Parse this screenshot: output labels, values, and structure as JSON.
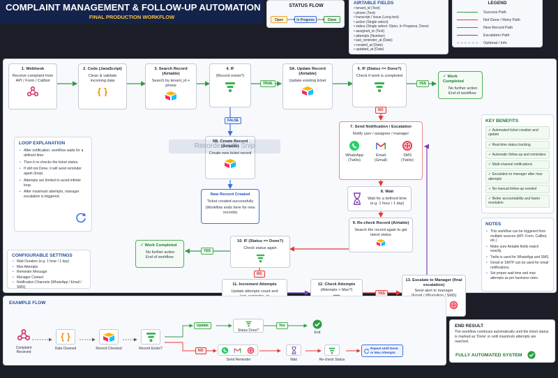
{
  "header": {
    "title": "COMPLAINT MANAGEMENT & FOLLOW-UP AUTOMATION",
    "subtitle": "FINAL PRODUCTION WORKFLOW"
  },
  "status_flow": {
    "title": "STATUS FLOW",
    "states": [
      "Open",
      "In Progress",
      "Done"
    ]
  },
  "airtable_fields": {
    "title": "AIRTABLE FIELDS",
    "items": [
      "tenant_id (Text)",
      "phone (Text)",
      "transcript / issue (Long text)",
      "action (Single select)",
      "status (Single select: Open, In Progress, Done)",
      "assigned_to (Text)",
      "attempts (Number)",
      "last_reminder_at (Date)",
      "created_at (Date)",
      "updated_at (Date)"
    ]
  },
  "legend": {
    "title": "LEGEND",
    "items": [
      {
        "label": "Success Path",
        "color": "#2e9d44"
      },
      {
        "label": "Not Done / Retry Path",
        "color": "#e53935"
      },
      {
        "label": "New Record Path",
        "color": "#3d6fe0"
      },
      {
        "label": "Escalation Path",
        "color": "#7b3fb5"
      },
      {
        "label": "Optional / Info",
        "color": "#9aa3ad"
      }
    ]
  },
  "nodes": {
    "webhook": {
      "title": "1. Webhook",
      "desc": "Receive complaint from API / Form / Callbot"
    },
    "code": {
      "title": "2. Code (JavaScript)",
      "desc": "Clean & validate incoming data"
    },
    "search": {
      "title": "3. Search Record (Airtable)",
      "desc": "Search by tenant_id + phone"
    },
    "if_exists": {
      "title": "4. IF",
      "desc": "(Record exists?)"
    },
    "update": {
      "title": "5A. Update Record (Airtable)",
      "desc": "Update existing ticket"
    },
    "if_done": {
      "title": "6. IF (Status == Done?)",
      "desc": "Check if work is completed"
    },
    "work_completed_1": {
      "title": "Work Completed",
      "line1": "No further action",
      "line2": "End of workflow"
    },
    "create": {
      "title": "5B. Create Record (Airtable)",
      "desc": "Create new ticket record"
    },
    "new_record": {
      "title": "New Record Created",
      "desc": "Ticket created successfully",
      "note": "(Workflow ends here for new records)"
    },
    "notify": {
      "title": "7. Send Notification / Escalation",
      "desc": "Notify user / assignee / manager",
      "channels": [
        {
          "name": "WhatsApp",
          "sub": "(Twilio)"
        },
        {
          "name": "Email",
          "sub": "(Gmail)"
        },
        {
          "name": "SMS",
          "sub": "(Twilio)"
        }
      ]
    },
    "wait": {
      "title": "8. Wait",
      "desc": "Wait for a defined time",
      "note": "(e.g. 1 hour / 1 day)"
    },
    "recheck": {
      "title": "9. Re-check Record (Airtable)",
      "desc": "Search the record again to get latest status"
    },
    "if_done_2": {
      "title": "10. IF (Status == Done?)",
      "desc": "Check status again"
    },
    "work_completed_2": {
      "title": "Work Completed",
      "line1": "No further action",
      "line2": "End of workflow"
    },
    "increment": {
      "title": "11. Increment Attempts",
      "desc": "Update attempts count and last_reminder_at"
    },
    "check_attempts": {
      "title": "12. Check Attempts",
      "desc": "(Attempts > Max?)"
    },
    "escalate": {
      "title": "13. Escalate to Manager (final escalation)",
      "desc": "Send alert to manager",
      "note": "(Email / WhatsApp / SMS)"
    }
  },
  "edge_labels": {
    "true": "TRUE",
    "false": "FALSE",
    "yes_1": "YES",
    "no_1": "NO",
    "yes_2": "YES",
    "no_2": "NO",
    "yes_3": "YES"
  },
  "watermark": "Recorded with Snip",
  "loop_explanation": {
    "title": "LOOP EXPLANATION",
    "items": [
      "After notification, workflow waits for a defined time.",
      "Then it re-checks the ticket status.",
      "If still not Done, it will send reminder again (loop).",
      "Attempts are limited to avoid infinite loop.",
      "After maximum attempts, manager escalation is triggered."
    ]
  },
  "configurable": {
    "title": "CONFIGURABLE SETTINGS",
    "items": [
      "Wait Duration (e.g. 1 hour / 1 day)",
      "Max Attempts",
      "Reminder Message",
      "Manager Contact",
      "Notification Channels (WhatsApp / Email / SMS)"
    ]
  },
  "key_benefits": {
    "title": "KEY BENEFITS",
    "items": [
      "Automated ticket creation and update",
      "Real-time status tracking",
      "Automatic follow-up and reminders",
      "Multi-channel notifications",
      "Escalation to manager after max attempts",
      "No manual follow-up needed",
      "Better accountability and faster resolution"
    ]
  },
  "notes": {
    "title": "NOTES",
    "items": [
      "This workflow can be triggered from multiple sources (API, Form, Callbot, etc.)",
      "Make sure Airtable fields match exactly.",
      "Twilio is used for WhatsApp and SMS.",
      "Gmail or SMTP can be used for email notifications.",
      "Set proper wait time and max attempts as per business rules."
    ]
  },
  "example_flow": {
    "title": "EXAMPLE FLOW",
    "steps": {
      "received": "Complaint Received",
      "cleaned": "Data Cleaned",
      "checked": "Record Checked",
      "exists": "Record Exists?",
      "update": "Update",
      "status_done": "Status Done?",
      "yes": "Yes",
      "end": "End",
      "no": "NO",
      "send_reminder": "Send Reminder",
      "wait": "Wait",
      "recheck": "Re-check Status",
      "repeat": "Repeat Until Done or Max Attempts"
    }
  },
  "end_result": {
    "title": "END RESULT",
    "desc": "The workflow continues automatically until the ticket status is marked as 'Done' or until maximum attempts are reached.",
    "badge": "FULLY AUTOMATED SYSTEM"
  }
}
